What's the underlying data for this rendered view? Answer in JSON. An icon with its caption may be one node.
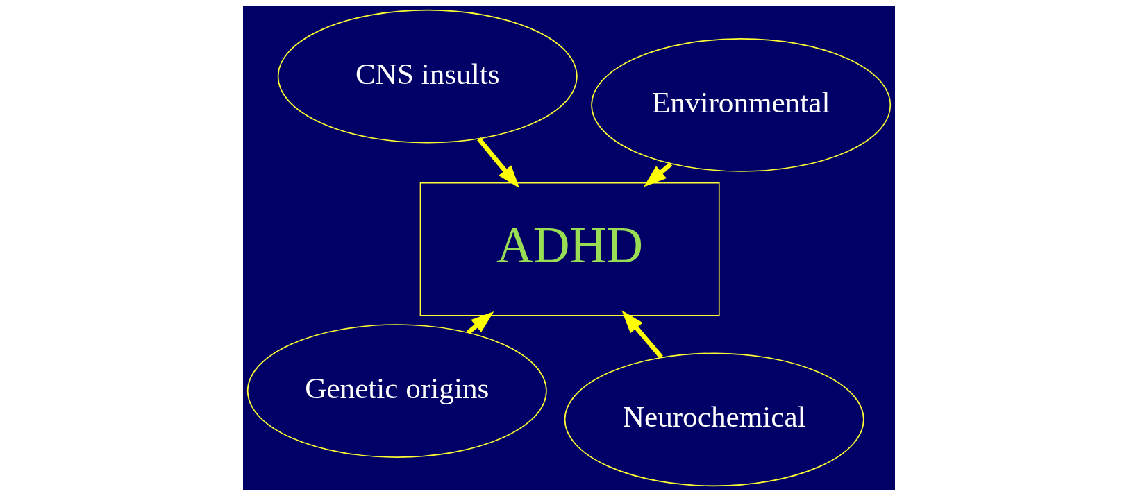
{
  "diagram": {
    "nodes": [
      {
        "text": [
          "Genetic origins"
        ]
      },
      {
        "text": [
          "Neurochemical"
        ]
      },
      {
        "text": [
          "ADHD"
        ]
      },
      {
        "text": [
          "CNS insults"
        ]
      },
      {
        "text": [
          "Environmental"
        ]
      }
    ],
    "edges": [
      {
        "from": 0,
        "to": 2,
        "arrow": "to"
      },
      {
        "from": 1,
        "to": 2,
        "arrow": "to"
      },
      {
        "from": 3,
        "to": 2,
        "arrow": "to"
      },
      {
        "from": 4,
        "to": 2,
        "arrow": "to"
      }
    ]
  }
}
